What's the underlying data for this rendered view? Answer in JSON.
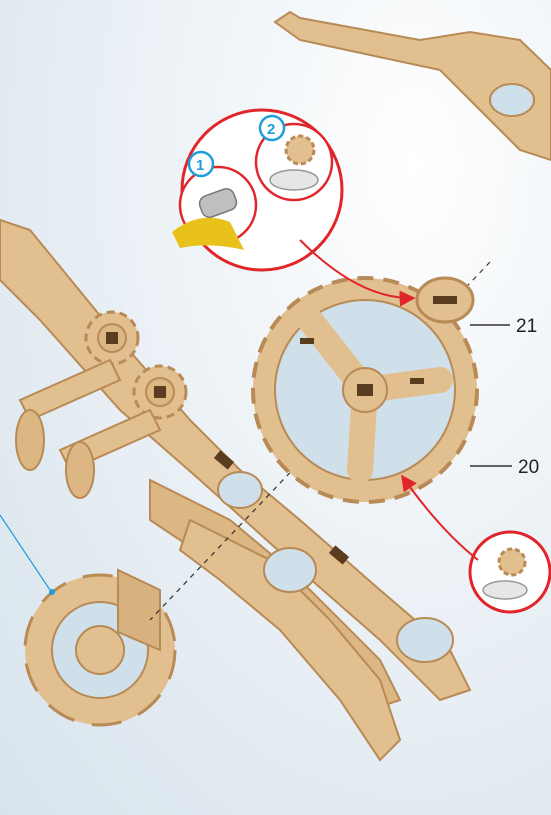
{
  "callouts": {
    "part_21": "21",
    "part_20": "20"
  },
  "steps": {
    "step_1": "1",
    "step_2": "2"
  },
  "colors": {
    "wood": "#e2bf8f",
    "wood_edge": "#b88a55",
    "wood_dark": "#5a3c1f",
    "arrow_red": "#e0262a",
    "step_blue": "#1e9fd9",
    "glue_yellow": "#e8c11a"
  }
}
